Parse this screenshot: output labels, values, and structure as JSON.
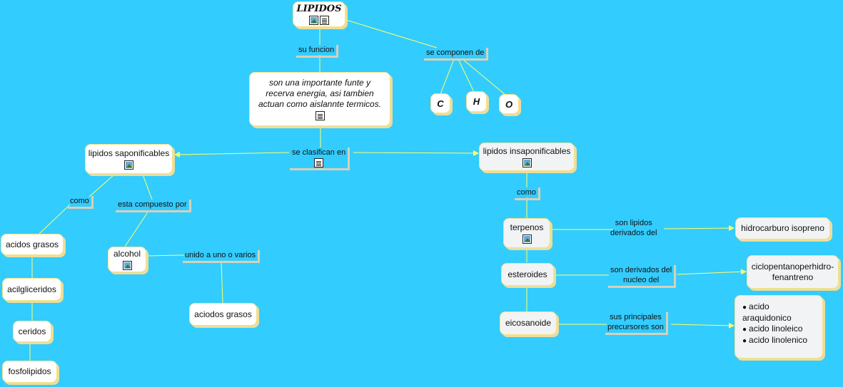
{
  "nodes": {
    "lipidos": "LIPIDOS",
    "funcion": "son una importante funte y recerva energia, asi tambien actuan como aislannte termicos.",
    "c": "C",
    "h": "H",
    "o": "O",
    "saponificables": "lipidos saponificables",
    "insaponificables": "lipidos insaponificables",
    "acidos_grasos": "acidos grasos",
    "acilgliceridos": "acilgliceridos",
    "ceridos": "ceridos",
    "fosfolipidos": "fosfolipidos",
    "alcohol": "alcohol",
    "aciodos_grasos": "aciodos grasos",
    "terpenos": "terpenos",
    "esteroides": "esteroides",
    "eicosanoide": "eicosanoide",
    "hidrocarburo": "hidrocarburo isopreno",
    "ciclopentano_1": "ciclopentanoperhidro-",
    "ciclopentano_2": "fenantreno",
    "precursores": [
      "acido araquidonico",
      "acido linoleico",
      "acido linolenico"
    ]
  },
  "links": {
    "su_funcion": "su funcion",
    "se_componen_de": "se componen de",
    "se_clasifican_en": "se clasifican en",
    "como_left": "como",
    "esta_compuesto_por": "esta compuesto por",
    "unido_a": "unido a uno o varios",
    "como_right": "como",
    "son_lipidos_1": "son lipidos",
    "son_lipidos_2": "derivados del",
    "son_derivados_1": "son derivados del",
    "son_derivados_2": "nucleo del",
    "sus_principales_1": "sus principales",
    "sus_principales_2": "precursores son"
  }
}
